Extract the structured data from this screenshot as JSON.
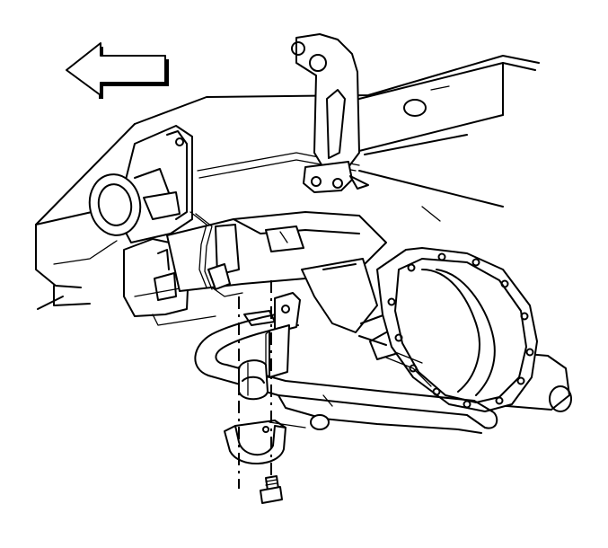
{
  "diagram": {
    "kind": "rear-axle-stabilizer-bar-installation",
    "parts": [
      {
        "id": "direction-arrow",
        "icon": "left-arrow-icon"
      },
      {
        "id": "frame-rail"
      },
      {
        "id": "rear-axle-housing"
      },
      {
        "id": "differential-cover"
      },
      {
        "id": "stabilizer-bar"
      },
      {
        "id": "stabilizer-link-bracket"
      },
      {
        "id": "stabilizer-bushing"
      },
      {
        "id": "stabilizer-clamp"
      },
      {
        "id": "clamp-bolt"
      },
      {
        "id": "shock-absorber-bracket"
      }
    ],
    "colors": {
      "line": "#000000",
      "background": "#ffffff"
    }
  }
}
